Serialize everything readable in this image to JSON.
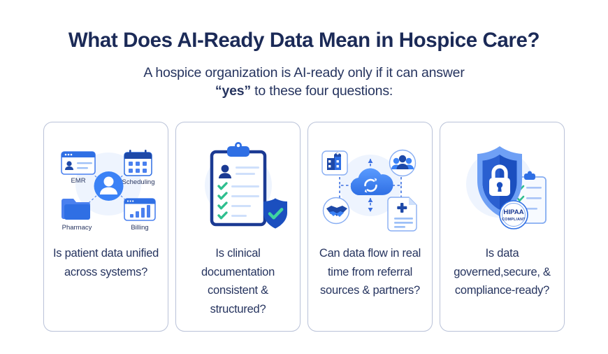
{
  "header": {
    "title": "What Does AI-Ready Data Mean in Hospice Care?",
    "subtitle_line1": "A hospice organization is AI-ready only if it can answer",
    "subtitle_quoted": "“yes”",
    "subtitle_line2_rest": " to these four questions:"
  },
  "colors": {
    "navy": "#1b2a57",
    "text_navy": "#26345f",
    "blue": "#3b82f6",
    "blue_dark": "#1e49a8",
    "blue_deep": "#17357e",
    "blue_light": "#a8c4f7",
    "blue_pale": "#eaf1fe",
    "green": "#2fbf8f",
    "card_border": "#b9c2d8",
    "white": "#ffffff"
  },
  "cards": [
    {
      "id": "unified-patient-data",
      "icon": "connected-systems-icon",
      "text": "Is patient data unified across systems?",
      "nodes": [
        {
          "label": "EMR",
          "icon": "emr-window-icon"
        },
        {
          "label": "Scheduling",
          "icon": "calendar-icon"
        },
        {
          "label": "Pharmacy",
          "icon": "folder-icon"
        },
        {
          "label": "Billing",
          "icon": "bar-chart-window-icon"
        }
      ],
      "center_icon": "patient-avatar-icon"
    },
    {
      "id": "clinical-documentation",
      "icon": "clipboard-checklist-icon",
      "text": "Is clinical documentation consistent & structured?",
      "checkmark_count": 4,
      "badge_icon": "shield-check-icon"
    },
    {
      "id": "real-time-data-flow",
      "icon": "cloud-sync-network-icon",
      "text": "Can data flow in real time from referral sources & partners?",
      "nodes": [
        {
          "icon": "hospital-building-icon"
        },
        {
          "icon": "people-group-icon"
        },
        {
          "icon": "handshake-icon"
        },
        {
          "icon": "medical-document-icon"
        }
      ],
      "center_icon": "cloud-sync-icon"
    },
    {
      "id": "governance-security",
      "icon": "shield-lock-compliance-icon",
      "text": "Is data governed,secure, & compliance-ready?",
      "badge_line1": "HIPAA",
      "badge_line2": "COMPLIANT",
      "center_icon": "shield-lock-icon"
    }
  ]
}
